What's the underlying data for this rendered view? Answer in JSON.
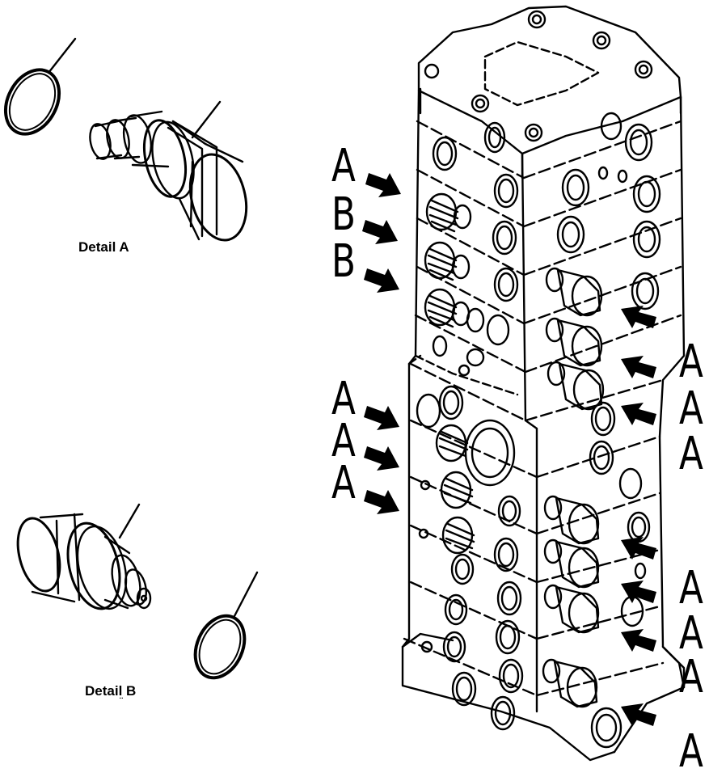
{
  "captions": {
    "detail_a": "Detail A",
    "detail_b": "Detail B",
    "detail_b_mark": "¨"
  },
  "callouts": {
    "left": [
      "A",
      "B",
      "B",
      "A",
      "A",
      "A"
    ],
    "right": [
      "A",
      "A",
      "A",
      "A",
      "A",
      "A",
      "A"
    ]
  },
  "colors": {
    "line": "#000000",
    "background": "#ffffff"
  }
}
